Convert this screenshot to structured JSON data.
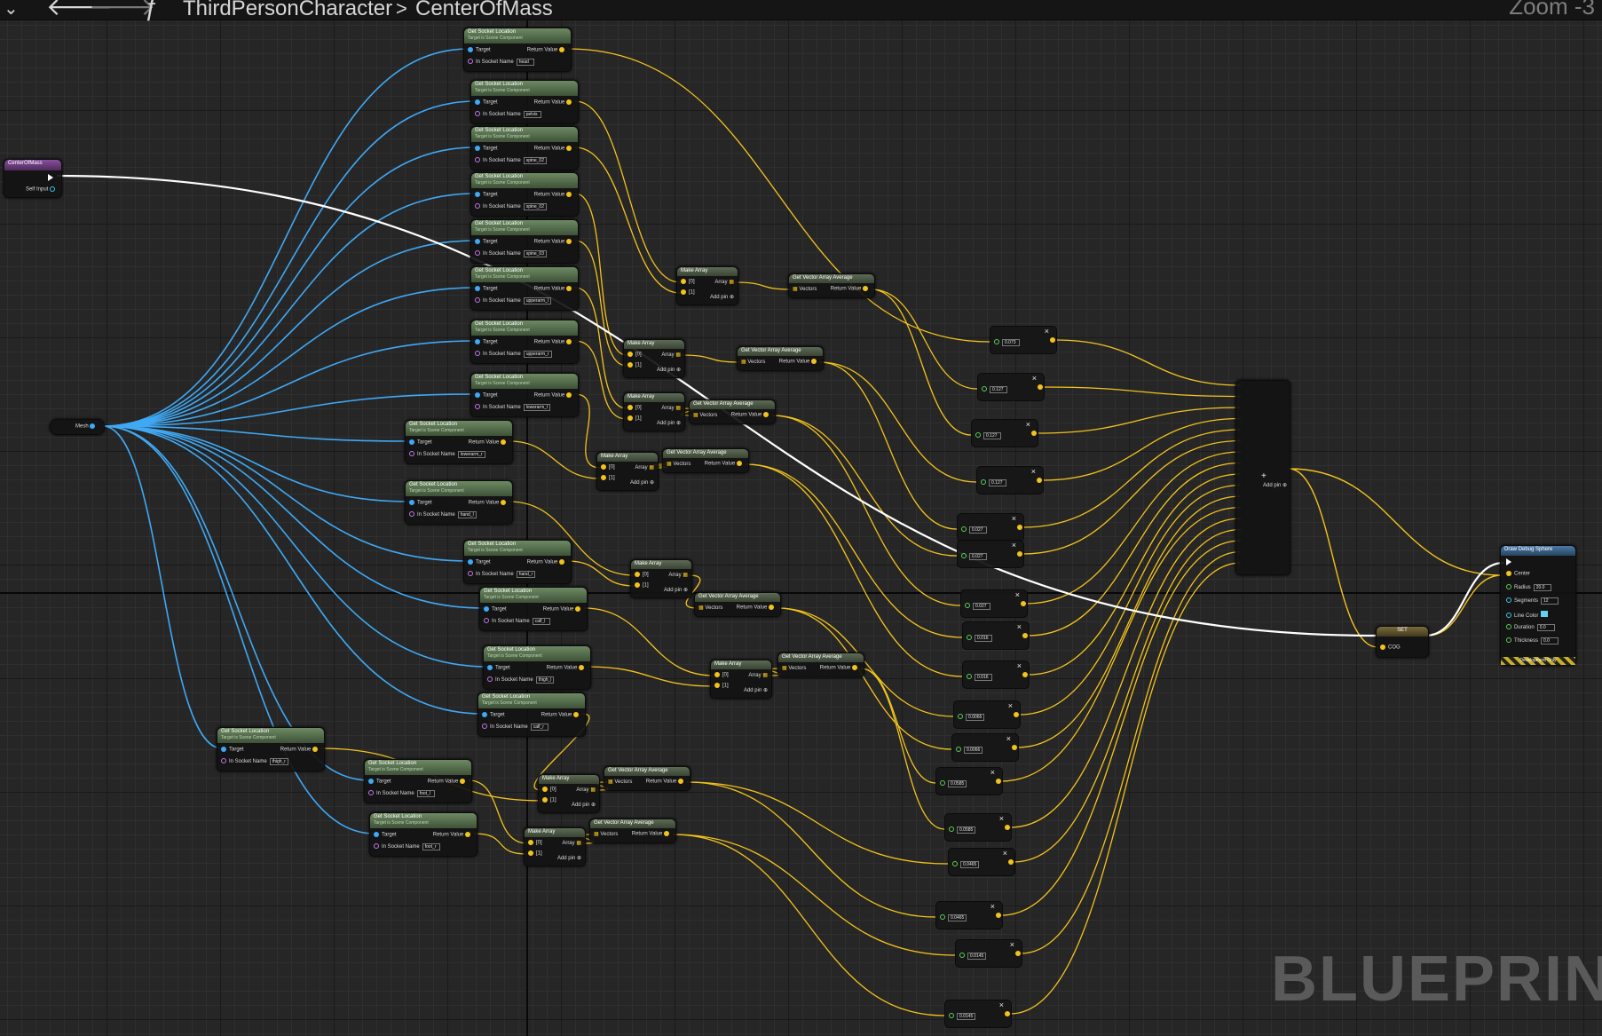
{
  "toolbar": {
    "function_icon": "ƒ",
    "breadcrumb": [
      "ThirdPersonCharacter",
      "CenterOfMass"
    ],
    "breadcrumb_separator": ">",
    "zoom_label": "Zoom -3",
    "icons": [
      "dropdown-chevron-icon",
      "back-arrow-icon",
      "forward-arrow-icon",
      "function-icon"
    ]
  },
  "watermark": "BLUEPRINT",
  "colors": {
    "object_wire": "#3fa9f5",
    "vector_wire": "#f2c31d",
    "exec_wire": "#ffffff",
    "graph_bg": "#262626"
  },
  "entry_node": {
    "title": "CenterOfMass",
    "pin": "Self Input"
  },
  "mesh_node": {
    "label": "Mesh"
  },
  "socket_nodes": [
    {
      "title": "Get Socket Location",
      "subtitle": "Target is Scene Component",
      "target": "Target",
      "in_socket_label": "In Socket Name",
      "socket": "head",
      "out": "Return Value"
    },
    {
      "title": "Get Socket Location",
      "subtitle": "Target is Scene Component",
      "target": "Target",
      "in_socket_label": "In Socket Name",
      "socket": "pelvis",
      "out": "Return Value"
    },
    {
      "title": "Get Socket Location",
      "subtitle": "Target is Scene Component",
      "target": "Target",
      "in_socket_label": "In Socket Name",
      "socket": "spine_02",
      "out": "Return Value"
    },
    {
      "title": "Get Socket Location",
      "subtitle": "Target is Scene Component",
      "target": "Target",
      "in_socket_label": "In Socket Name",
      "socket": "spine_02",
      "out": "Return Value"
    },
    {
      "title": "Get Socket Location",
      "subtitle": "Target is Scene Component",
      "target": "Target",
      "in_socket_label": "In Socket Name",
      "socket": "spine_03",
      "out": "Return Value"
    },
    {
      "title": "Get Socket Location",
      "subtitle": "Target is Scene Component",
      "target": "Target",
      "in_socket_label": "In Socket Name",
      "socket": "upperarm_l",
      "out": "Return Value"
    },
    {
      "title": "Get Socket Location",
      "subtitle": "Target is Scene Component",
      "target": "Target",
      "in_socket_label": "In Socket Name",
      "socket": "upperarm_r",
      "out": "Return Value"
    },
    {
      "title": "Get Socket Location",
      "subtitle": "Target is Scene Component",
      "target": "Target",
      "in_socket_label": "In Socket Name",
      "socket": "lowerarm_l",
      "out": "Return Value"
    },
    {
      "title": "Get Socket Location",
      "subtitle": "Target is Scene Component",
      "target": "Target",
      "in_socket_label": "In Socket Name",
      "socket": "lowerarm_r",
      "out": "Return Value"
    },
    {
      "title": "Get Socket Location",
      "subtitle": "Target is Scene Component",
      "target": "Target",
      "in_socket_label": "In Socket Name",
      "socket": "hand_l",
      "out": "Return Value"
    },
    {
      "title": "Get Socket Location",
      "subtitle": "Target is Scene Component",
      "target": "Target",
      "in_socket_label": "In Socket Name",
      "socket": "hand_r",
      "out": "Return Value"
    },
    {
      "title": "Get Socket Location",
      "subtitle": "Target is Scene Component",
      "target": "Target",
      "in_socket_label": "In Socket Name",
      "socket": "calf_l",
      "out": "Return Value"
    },
    {
      "title": "Get Socket Location",
      "subtitle": "Target is Scene Component",
      "target": "Target",
      "in_socket_label": "In Socket Name",
      "socket": "thigh_l",
      "out": "Return Value"
    },
    {
      "title": "Get Socket Location",
      "subtitle": "Target is Scene Component",
      "target": "Target",
      "in_socket_label": "In Socket Name",
      "socket": "calf_r",
      "out": "Return Value"
    },
    {
      "title": "Get Socket Location",
      "subtitle": "Target is Scene Component",
      "target": "Target",
      "in_socket_label": "In Socket Name",
      "socket": "thigh_r",
      "out": "Return Value"
    },
    {
      "title": "Get Socket Location",
      "subtitle": "Target is Scene Component",
      "target": "Target",
      "in_socket_label": "In Socket Name",
      "socket": "foot_l",
      "out": "Return Value"
    },
    {
      "title": "Get Socket Location",
      "subtitle": "Target is Scene Component",
      "target": "Target",
      "in_socket_label": "In Socket Name",
      "socket": "foot_r",
      "out": "Return Value"
    }
  ],
  "make_array": {
    "title": "Make Array",
    "in0": "[0]",
    "in1": "[1]",
    "out": "Array",
    "add": "Add pin"
  },
  "vector_avg": {
    "title": "Get Vector Array Average",
    "in": "Vectors",
    "out": "Return Value"
  },
  "multipliers": [
    "0.073",
    "0.127",
    "0.127",
    "0.127",
    "0.027",
    "0.027",
    "0.027",
    "0.016",
    "0.016",
    "0.0066",
    "0.0066",
    "0.0585",
    "0.0585",
    "0.0465",
    "0.0465",
    "0.0145",
    "0.0145"
  ],
  "add_node": {
    "symbol": "+",
    "add": "Add pin"
  },
  "set_node": {
    "title": "SET",
    "pin": "COG"
  },
  "draw_node": {
    "title": "Draw Debug Sphere",
    "center": "Center",
    "radius_label": "Radius",
    "radius": "20.0",
    "segments_label": "Segments",
    "segments": "12",
    "color_label": "Line Color",
    "duration_label": "Duration",
    "duration": "0.0",
    "thickness_label": "Thickness",
    "thickness": "0.0",
    "footer": "Development Only"
  }
}
